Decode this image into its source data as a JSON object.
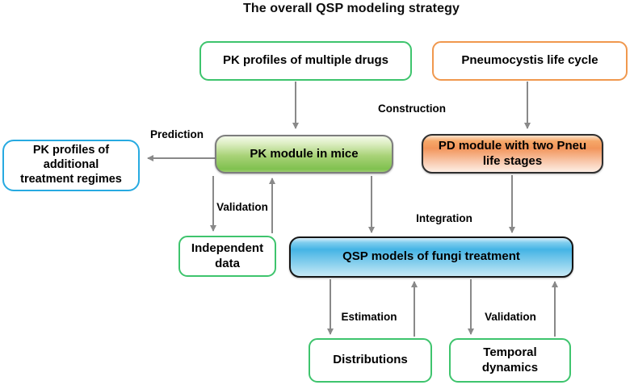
{
  "title": "The overall QSP modeling strategy",
  "colors": {
    "green_outline": "#3ec46d",
    "orange_outline": "#f0984e",
    "cyan_outline": "#27aae1",
    "pk_module_fill_top": "#eef7e0",
    "pk_module_fill_bottom": "#80c14f",
    "pd_module_fill_top": "#f2955a",
    "pd_module_fill_bottom": "#fdeee4",
    "qsp_fill_top": "#45b4e5",
    "qsp_fill_bottom": "#c7e9f6",
    "arrow": "#898989",
    "text": "#000000"
  },
  "nodes": {
    "pk_profiles_drugs": {
      "label": "PK profiles of multiple drugs"
    },
    "pneumocystis_life_cycle": {
      "label": "Pneumocystis life cycle"
    },
    "pk_module": {
      "label": "PK module in mice"
    },
    "pd_module": {
      "label": "PD module with two Pneu life stages",
      "lines": [
        "PD module with two Pneu",
        "life stages"
      ]
    },
    "pk_additional": {
      "label": "PK profiles of additional treatment regimes",
      "lines": [
        "PK profiles of",
        "additional",
        "treatment regimes"
      ]
    },
    "independent_data": {
      "label": "Independent data",
      "lines": [
        "Independent",
        "data"
      ]
    },
    "qsp_models": {
      "label": "QSP models of fungi treatment"
    },
    "distributions": {
      "label": "Distributions"
    },
    "temporal_dynamics": {
      "label": "Temporal dynamics",
      "lines": [
        "Temporal",
        "dynamics"
      ]
    }
  },
  "edge_labels": {
    "construction": "Construction",
    "prediction": "Prediction",
    "validation_pk": "Validation",
    "integration": "Integration",
    "estimation": "Estimation",
    "validation_td": "Validation"
  }
}
